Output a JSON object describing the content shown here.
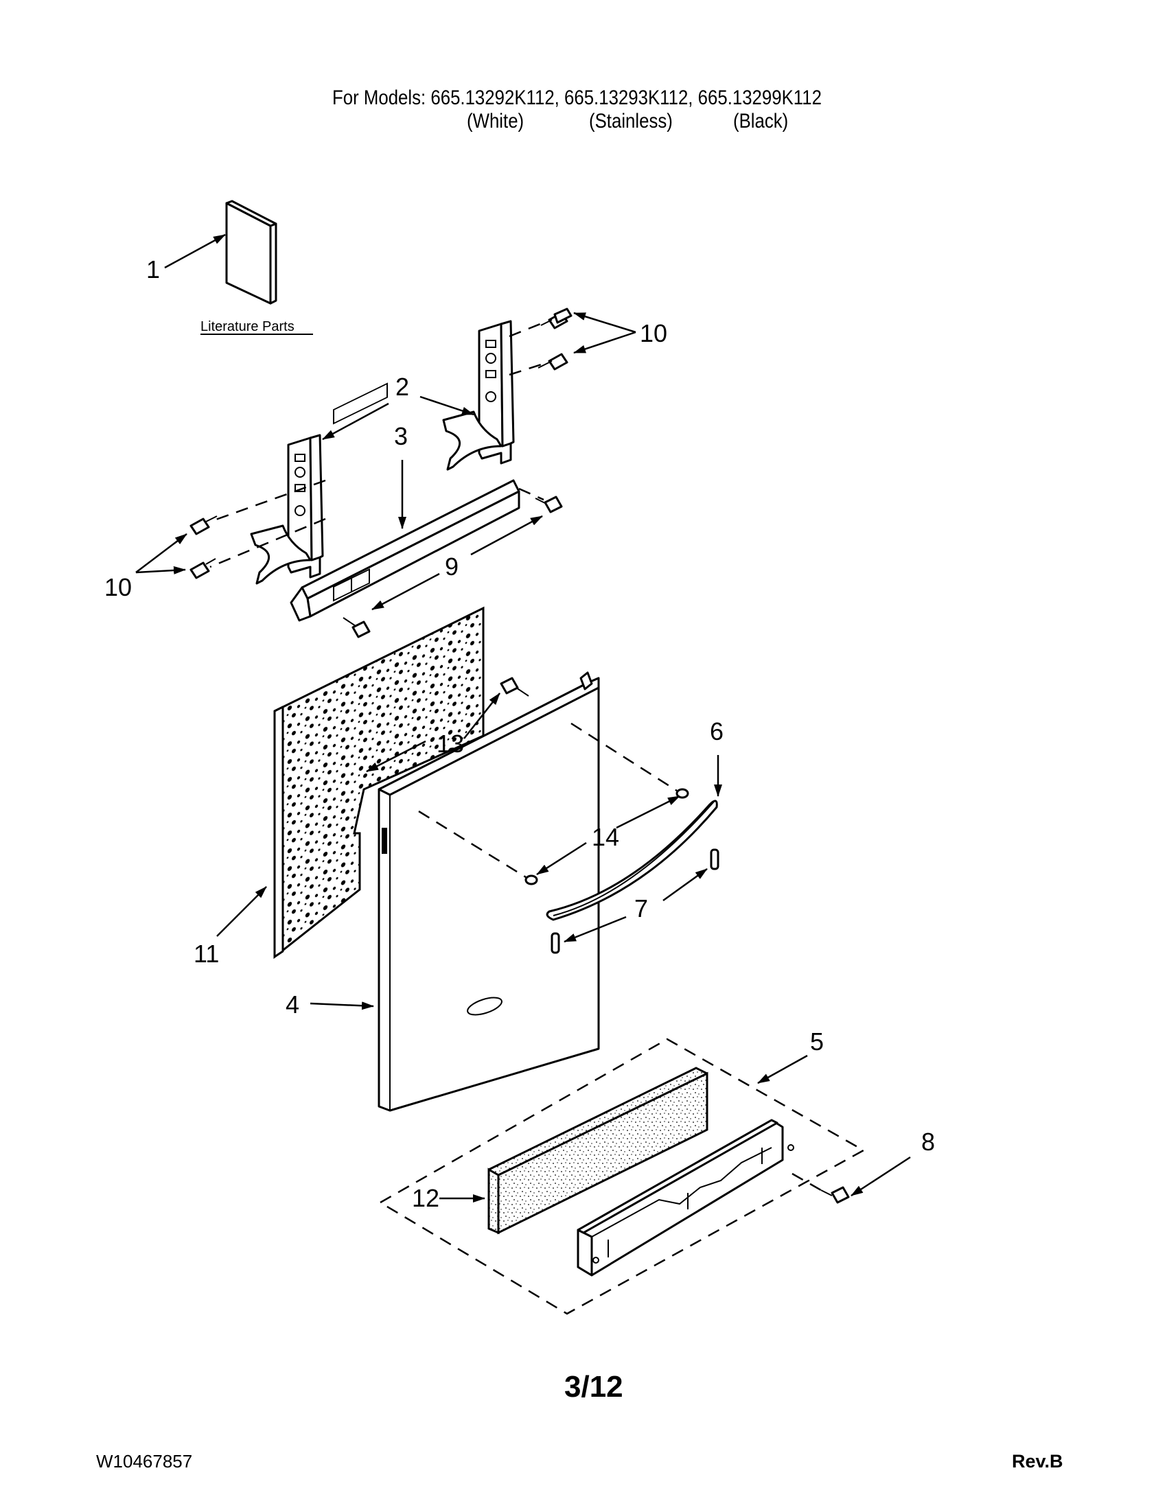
{
  "header": {
    "models_line": "For Models: 665.13292K112, 665.13293K112, 665.13299K112",
    "finish_white": "(White)",
    "finish_stainless": "(Stainless)",
    "finish_black": "(Black)"
  },
  "literature_label": "Literature Parts",
  "callouts": {
    "c1": "1",
    "c2": "2",
    "c3": "3",
    "c4": "4",
    "c5": "5",
    "c6": "6",
    "c7": "7",
    "c8": "8",
    "c9": "9",
    "c10a": "10",
    "c10b": "10",
    "c11": "11",
    "c12": "12",
    "c13": "13",
    "c14": "14"
  },
  "footer": {
    "doc_number": "W10467857",
    "page": "3/12",
    "revision": "Rev.B"
  }
}
